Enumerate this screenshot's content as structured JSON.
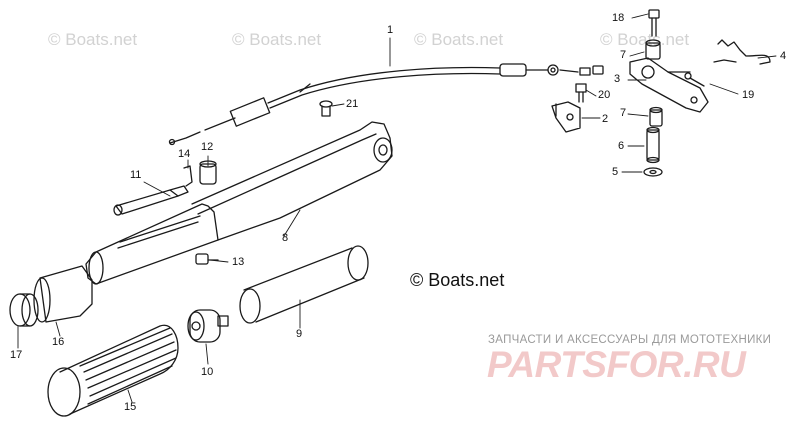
{
  "watermarks": [
    "© Boats.net",
    "© Boats.net",
    "© Boats.net",
    "© Boats.net"
  ],
  "center_watermark": "© Boats.net",
  "brand": {
    "tagline": "ЗАПЧАСТИ И АКСЕССУАРЫ ДЛЯ МОТОТЕХНИКИ",
    "logo_text": "PARTSFOR.RU"
  },
  "callouts": [
    "1",
    "2",
    "3",
    "4",
    "5",
    "6",
    "7",
    "7",
    "8",
    "9",
    "10",
    "11",
    "12",
    "13",
    "14",
    "15",
    "16",
    "17",
    "18",
    "19",
    "20",
    "21"
  ],
  "colors": {
    "line": "#1a1a1a",
    "watermark": "#d2d2d2",
    "brand": "#f2c9c9"
  }
}
